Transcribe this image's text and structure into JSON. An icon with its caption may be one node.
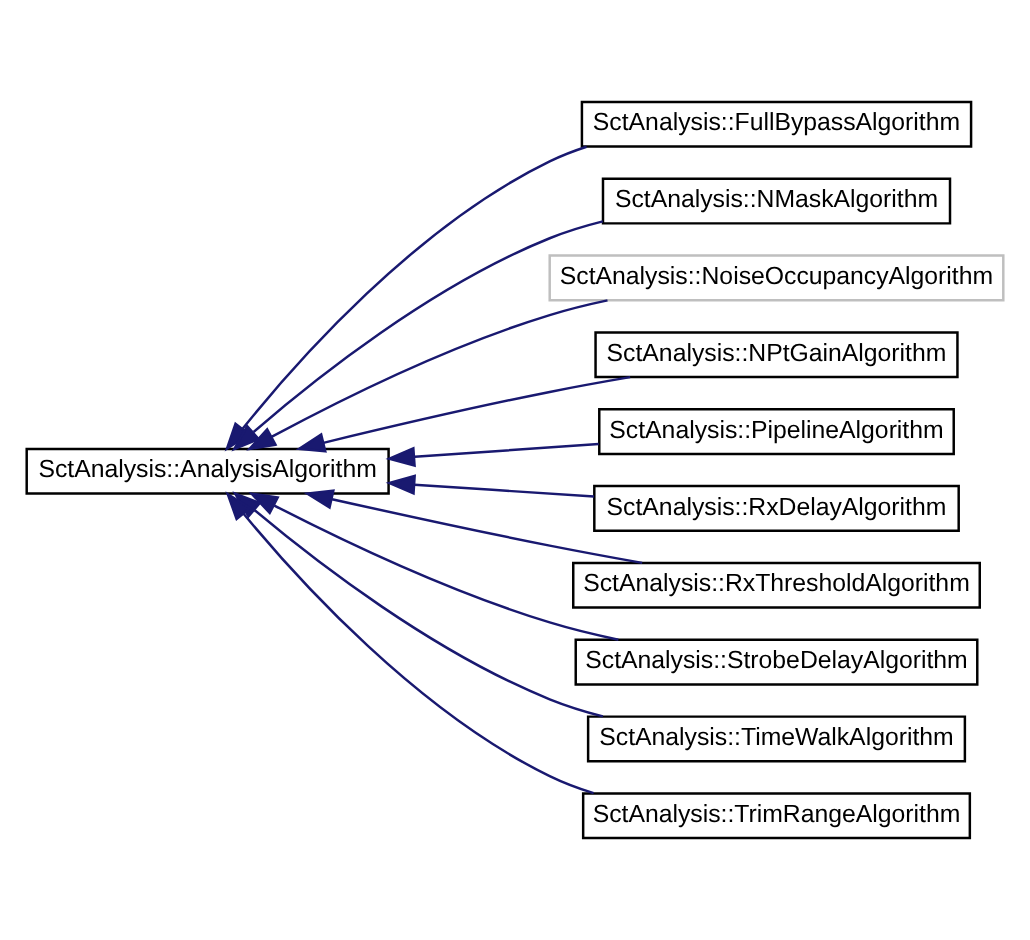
{
  "diagram": {
    "nodes": [
      {
        "text": [
          "SctAnalysis::AnalysisAlgorithm"
        ]
      },
      {
        "text": [
          "SctAnalysis::FullBypassAlgorithm"
        ]
      },
      {
        "text": [
          "SctAnalysis::NMaskAlgorithm"
        ]
      },
      {
        "text": [
          "SctAnalysis::NoiseOccupancyAlgorithm"
        ]
      },
      {
        "text": [
          "SctAnalysis::NPtGainAlgorithm"
        ]
      },
      {
        "text": [
          "SctAnalysis::PipelineAlgorithm"
        ]
      },
      {
        "text": [
          "SctAnalysis::RxDelayAlgorithm"
        ]
      },
      {
        "text": [
          "SctAnalysis::RxThresholdAlgorithm"
        ]
      },
      {
        "text": [
          "SctAnalysis::StrobeDelayAlgorithm"
        ]
      },
      {
        "text": [
          "SctAnalysis::TimeWalkAlgorithm"
        ]
      },
      {
        "text": [
          "SctAnalysis::TrimRangeAlgorithm"
        ]
      }
    ],
    "edges": [
      {
        "from": 1,
        "to": 0,
        "arrow": "to"
      },
      {
        "from": 2,
        "to": 0,
        "arrow": "to"
      },
      {
        "from": 3,
        "to": 0,
        "arrow": "to"
      },
      {
        "from": 4,
        "to": 0,
        "arrow": "to"
      },
      {
        "from": 5,
        "to": 0,
        "arrow": "to"
      },
      {
        "from": 6,
        "to": 0,
        "arrow": "to"
      },
      {
        "from": 7,
        "to": 0,
        "arrow": "to"
      },
      {
        "from": 8,
        "to": 0,
        "arrow": "to"
      },
      {
        "from": 9,
        "to": 0,
        "arrow": "to"
      },
      {
        "from": 10,
        "to": 0,
        "arrow": "to"
      }
    ]
  }
}
